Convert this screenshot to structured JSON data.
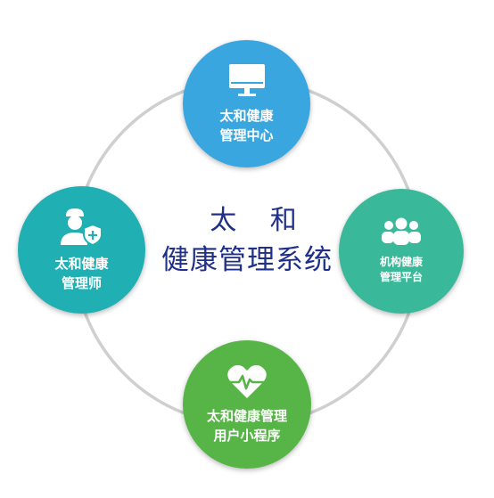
{
  "center": {
    "line1": "太 和",
    "line2": "健康管理系统"
  },
  "nodes": {
    "top": {
      "line1": "太和健康",
      "line2": "管理中心",
      "icon": "monitor-icon",
      "color": "#3aa6e0"
    },
    "left": {
      "line1": "太和健康",
      "line2": "管理师",
      "icon": "doctor-shield-icon",
      "color": "#20b0b4"
    },
    "right": {
      "line1": "机构健康",
      "line2": "管理平台",
      "icon": "group-icon",
      "color": "#39b999"
    },
    "bottom": {
      "line1": "太和健康管理",
      "line2": "用户小程序",
      "icon": "heart-pulse-icon",
      "color": "#57b447"
    }
  },
  "colors": {
    "ring": "#cfcfcf",
    "center_text": "#1f2f8a"
  }
}
